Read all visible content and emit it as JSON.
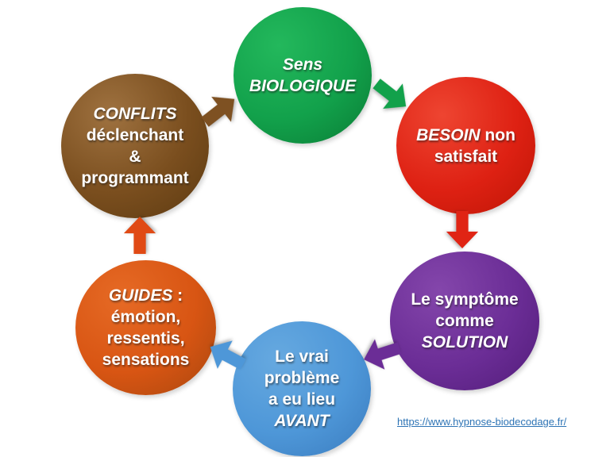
{
  "nodes": [
    {
      "id": "sens-biologique",
      "fill_light": "#23b85c",
      "fill": "#12a14b",
      "fill_dark": "#0a7c35",
      "lines": [
        [
          {
            "t": "Sens"
          }
        ],
        [
          {
            "t": "BIOLOGIQUE"
          }
        ]
      ]
    },
    {
      "id": "besoin-non-satisfait",
      "fill_light": "#ee4531",
      "fill": "#de2113",
      "fill_dark": "#bd1505",
      "lines": [
        [
          {
            "t": "BESOIN"
          },
          {
            "t": " non"
          }
        ],
        [
          {
            "t": "satisfait"
          }
        ]
      ]
    },
    {
      "id": "symptome-comme-solution",
      "fill_light": "#8446ab",
      "fill": "#6b2d96",
      "fill_dark": "#521c79",
      "lines": [
        [
          {
            "t": "Le symptôme"
          }
        ],
        [
          {
            "t": "comme"
          }
        ],
        [
          {
            "t": "SOLUTION"
          }
        ]
      ]
    },
    {
      "id": "vrai-probleme-avant",
      "fill_light": "#66a9e0",
      "fill": "#4e97d8",
      "fill_dark": "#3a7bbe",
      "lines": [
        [
          {
            "t": "Le vrai"
          }
        ],
        [
          {
            "t": "problème"
          }
        ],
        [
          {
            "t": "a eu lieu"
          }
        ],
        [
          {
            "t": "AVANT"
          }
        ]
      ]
    },
    {
      "id": "guides-emotion-ressentis-sensations",
      "fill_light": "#e66a25",
      "fill": "#d85513",
      "fill_dark": "#a8470e",
      "lines": [
        [
          {
            "t": "GUIDES"
          },
          {
            "t": " :"
          }
        ],
        [
          {
            "t": "émotion,"
          }
        ],
        [
          {
            "t": "ressentis,"
          }
        ],
        [
          {
            "t": "sensations"
          }
        ]
      ]
    },
    {
      "id": "conflits-declenchant-programmant",
      "fill_light": "#9f7240",
      "fill": "#7a4e1e",
      "fill_dark": "#5c3a11",
      "lines": [
        [
          {
            "t": "CONFLITS"
          }
        ],
        [
          {
            "t": "déclenchant"
          }
        ],
        [
          {
            "t": "&"
          }
        ],
        [
          {
            "t": "programmant"
          }
        ]
      ]
    }
  ],
  "arrows": [
    {
      "id": "sens-to-besoin",
      "color": "#12a14b"
    },
    {
      "id": "besoin-to-symptome",
      "color": "#e02414"
    },
    {
      "id": "symptome-to-probleme",
      "color": "#6b2d96"
    },
    {
      "id": "probleme-to-guides",
      "color": "#4e97d8"
    },
    {
      "id": "guides-to-conflits",
      "color": "#e04a15"
    },
    {
      "id": "conflits-to-sens",
      "color": "#7e5122"
    }
  ],
  "footer_link": {
    "text": "https://www.hypnose-biodecodage.fr/",
    "color": "#2e74b5"
  }
}
